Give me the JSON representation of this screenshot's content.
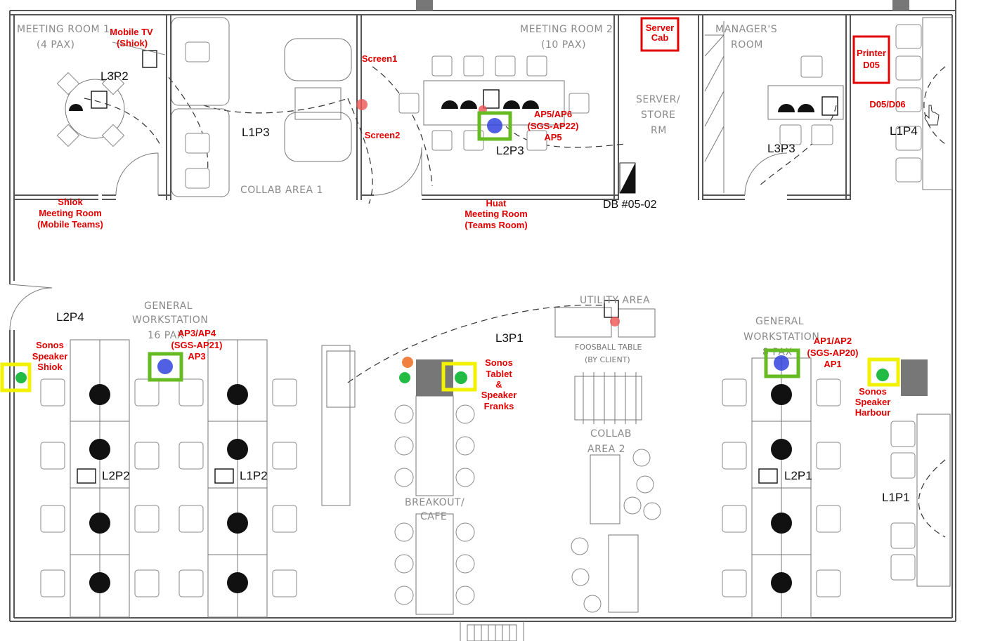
{
  "rooms": {
    "meeting_room_1": "MEETING ROOM 1",
    "meeting_room_1_pax": "(4 PAX)",
    "meeting_room_2": "MEETING ROOM 2",
    "meeting_room_2_pax": "(10 PAX)",
    "server_store_1": "SERVER/",
    "server_store_2": "STORE",
    "server_store_3": "RM",
    "managers_room_1": "MANAGER'S",
    "managers_room_2": "ROOM",
    "collab_area_1": "COLLAB AREA 1",
    "general_ws_left_1": "GENERAL",
    "general_ws_left_2": "WORKSTATION",
    "general_ws_left_3": "16 PAX",
    "general_ws_right_1": "GENERAL",
    "general_ws_right_2": "WORKSTATION",
    "general_ws_right_3": "8 PAX",
    "utility_area": "UTILITY AREA",
    "foosball_1": "FOOSBALL TABLE",
    "foosball_2": "(BY CLIENT)",
    "collab_area_2_1": "COLLAB",
    "collab_area_2_2": "AREA 2",
    "breakout_1": "BREAKOUT/",
    "breakout_2": "CAFE"
  },
  "codes": {
    "l3p2": "L3P2",
    "l1p3": "L1P3",
    "l2p3": "L2P3",
    "l3p3": "L3P3",
    "l1p4": "L1P4",
    "l2p4": "L2P4",
    "l3p1": "L3P1",
    "l2p2": "L2P2",
    "l1p2": "L1P2",
    "l2p1": "L2P1",
    "l1p1": "L1P1",
    "db": "DB #05-02"
  },
  "annotations": {
    "mobile_tv": [
      "Mobile TV",
      "(Shiok)"
    ],
    "server_cab": [
      "Server",
      "Cab"
    ],
    "printer": [
      "Printer",
      "D05"
    ],
    "d05_d06": "D05/D06",
    "screen1": "Screen1",
    "screen2": "Screen2",
    "ap5": [
      "AP5/AP6",
      "(SGS-AP22)",
      "AP5"
    ],
    "huat": [
      "Huat",
      "Meeting Room",
      "(Teams Room)"
    ],
    "shiok": [
      "Shiok",
      "Meeting Room",
      "(Mobile Teams)"
    ],
    "sonos_shiok": [
      "Sonos",
      "Speaker",
      "Shiok"
    ],
    "ap3": [
      "AP3/AP4",
      "(SGS-AP21)",
      "AP3"
    ],
    "sonos_franks": [
      "Sonos",
      "Tablet",
      "&",
      "Speaker",
      "Franks"
    ],
    "ap1": [
      "AP1/AP2",
      "(SGS-AP20)",
      "AP1"
    ],
    "sonos_harbour": [
      "Sonos",
      "Speaker",
      "Harbour"
    ]
  },
  "colors": {
    "annotation_red": "#e00000",
    "ap_box_green": "#66bb22",
    "sonos_box_yellow": "#f2f200",
    "ap_marker_blue": "#3344dd",
    "sonos_marker_green": "#22bb44"
  }
}
